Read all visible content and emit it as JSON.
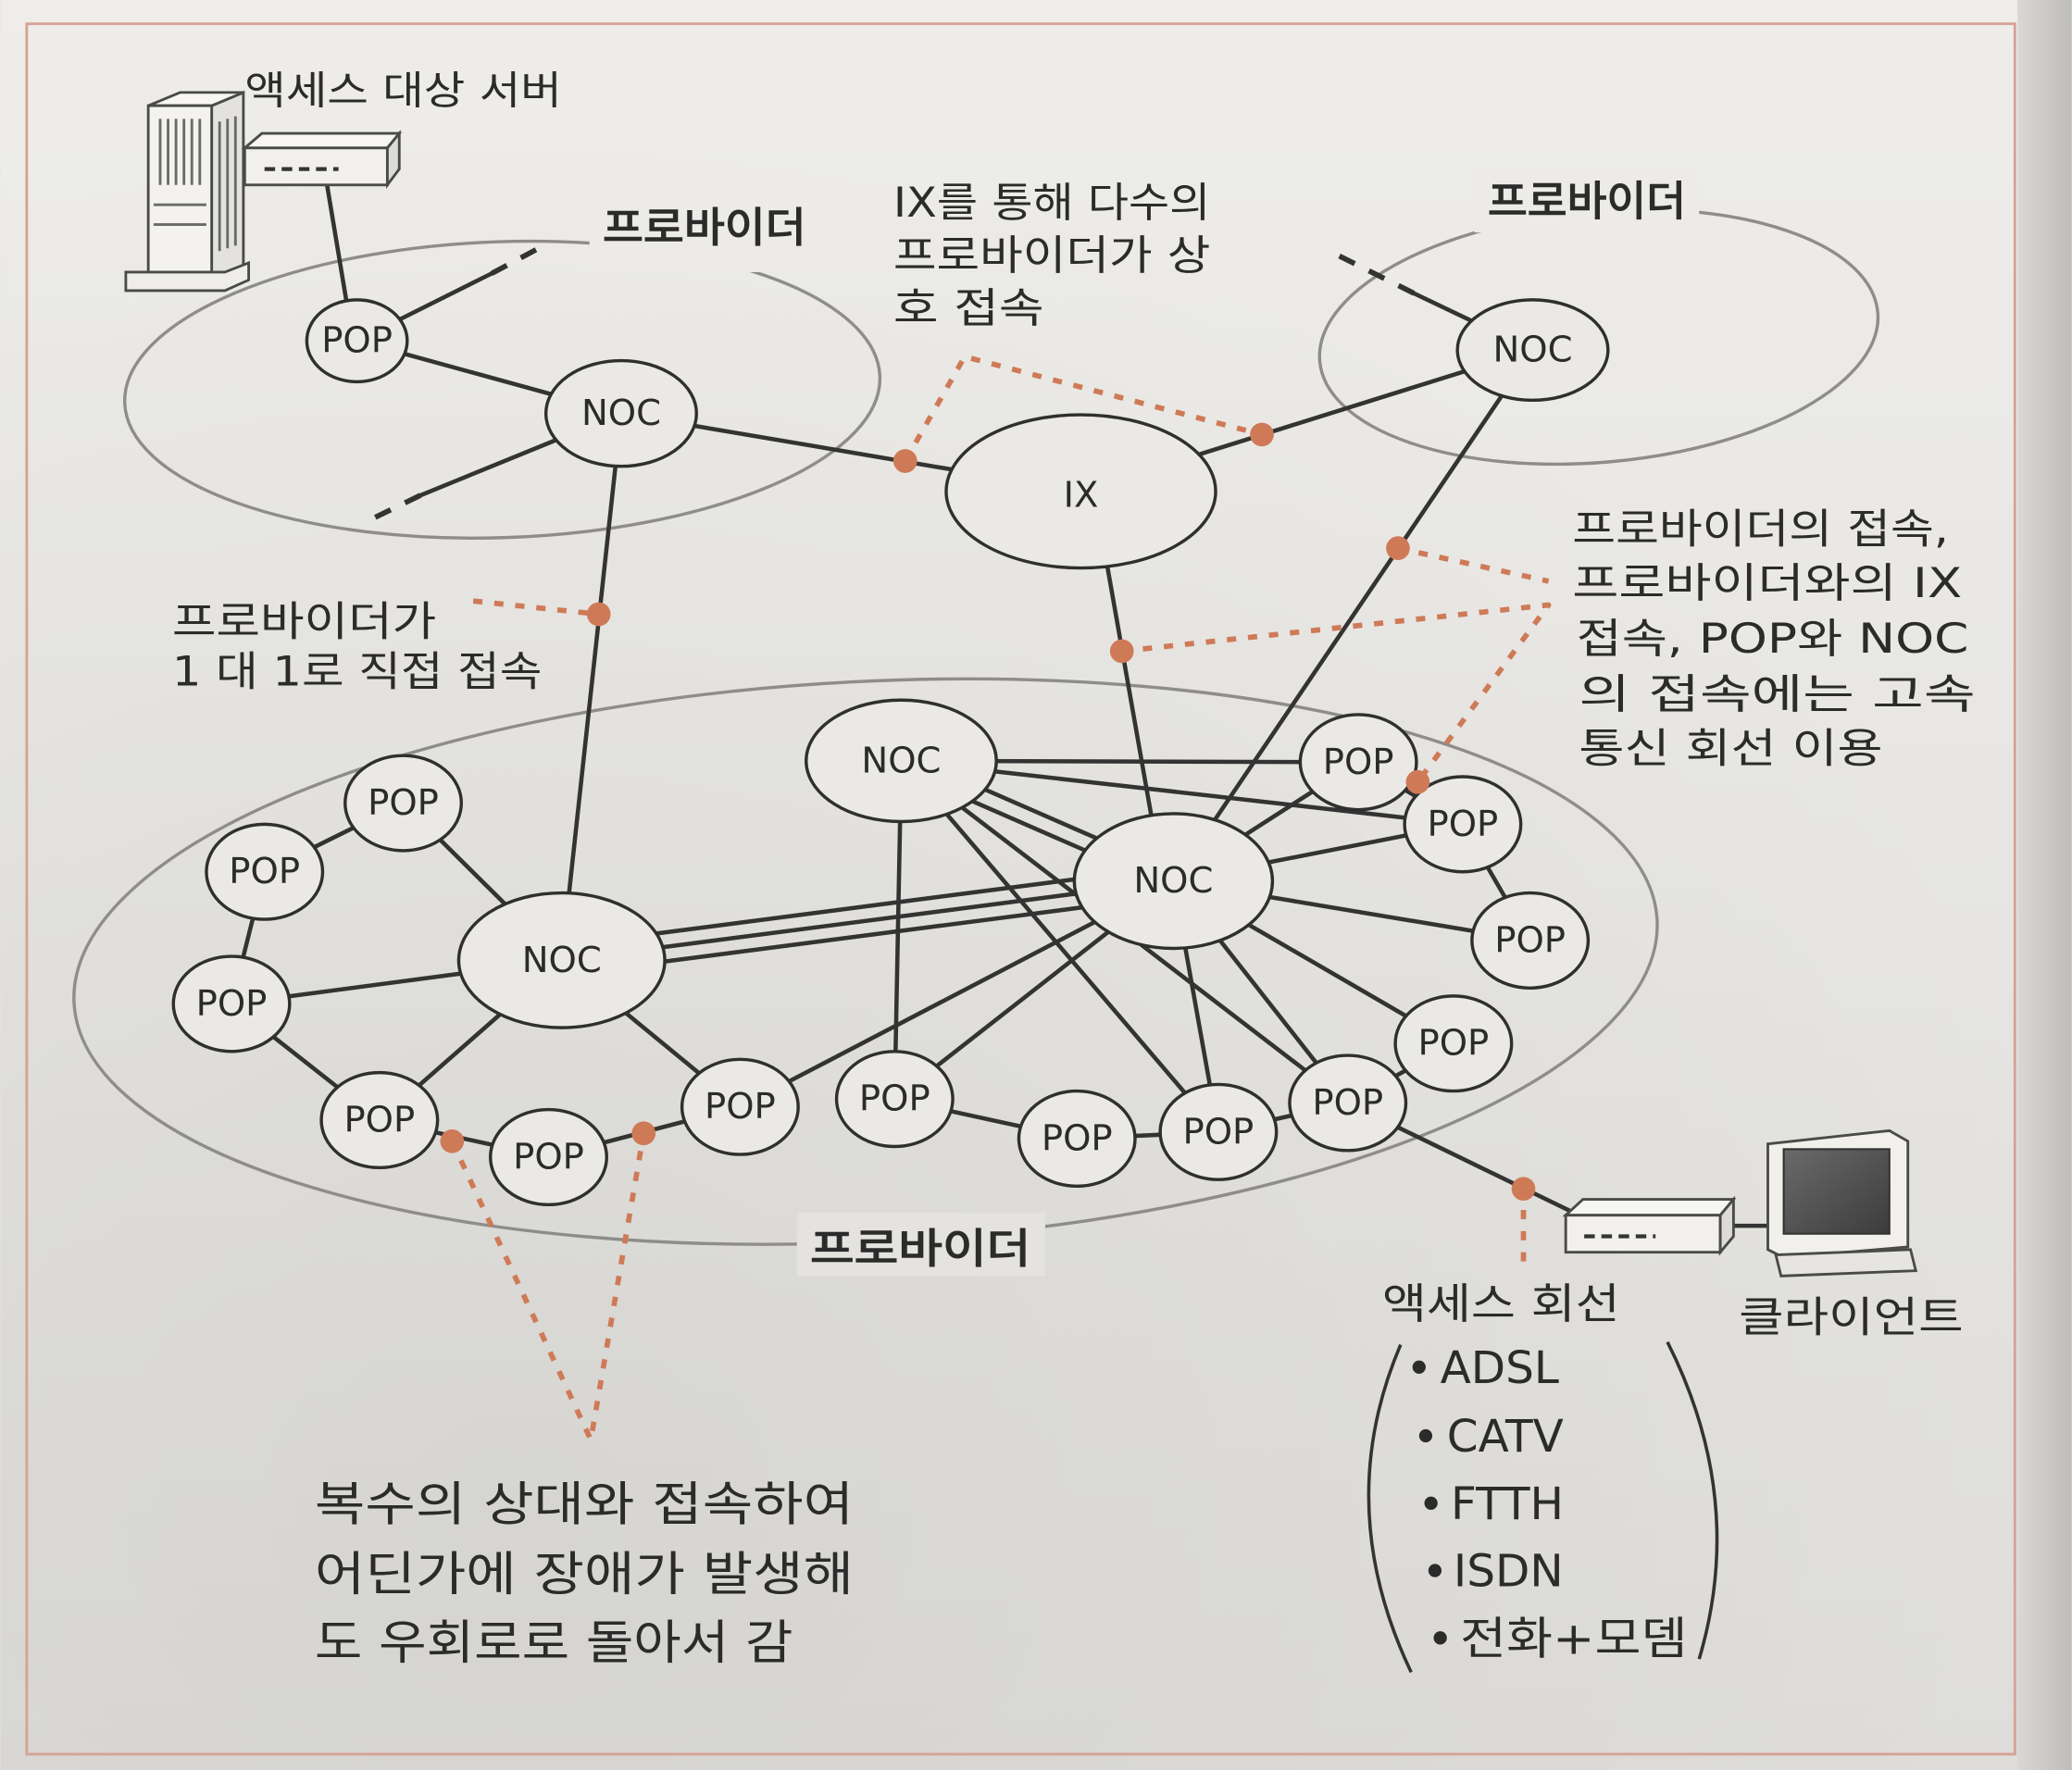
{
  "colors": {
    "annotation": "#cf7a57",
    "frame": "#d6a296",
    "ink": "#2b2b2b",
    "provider_ring": "#8e8d8a"
  },
  "diagram": {
    "server_label": "액세스 대상 서버",
    "client_label": "클라이언트",
    "provider_top_left": {
      "label": "프로바이더",
      "pop": "POP",
      "noc": "NOC"
    },
    "provider_top_right": {
      "label": "프로바이더",
      "noc": "NOC"
    },
    "ix": {
      "label": "IX"
    },
    "provider_bottom": {
      "label": "프로바이더",
      "nocs": [
        "NOC",
        "NOC",
        "NOC"
      ],
      "pops": [
        "POP",
        "POP",
        "POP",
        "POP",
        "POP",
        "POP",
        "POP",
        "POP",
        "POP",
        "POP",
        "POP",
        "POP",
        "POP",
        "POP"
      ]
    },
    "annotations": {
      "ix_interconnect": [
        "IX를 통해 다수의",
        "프로바이더가 상",
        "호 접속"
      ],
      "direct_connect": [
        "프로바이더가",
        "1 대 1로 직접 접속"
      ],
      "high_speed": [
        "프로바이더의 접속,",
        "프로바이더와의 IX",
        "접속, POP와 NOC",
        "의 접속에는 고속",
        "통신 회선 이용"
      ],
      "redundancy": [
        "복수의 상대와 접속하여",
        "어딘가에 장애가 발생해",
        "도 우회로로 돌아서 감"
      ]
    },
    "access_line": {
      "label": "액세스 회선",
      "types": [
        "ADSL",
        "CATV",
        "FTTH",
        "ISDN",
        "전화+모뎀"
      ]
    }
  }
}
